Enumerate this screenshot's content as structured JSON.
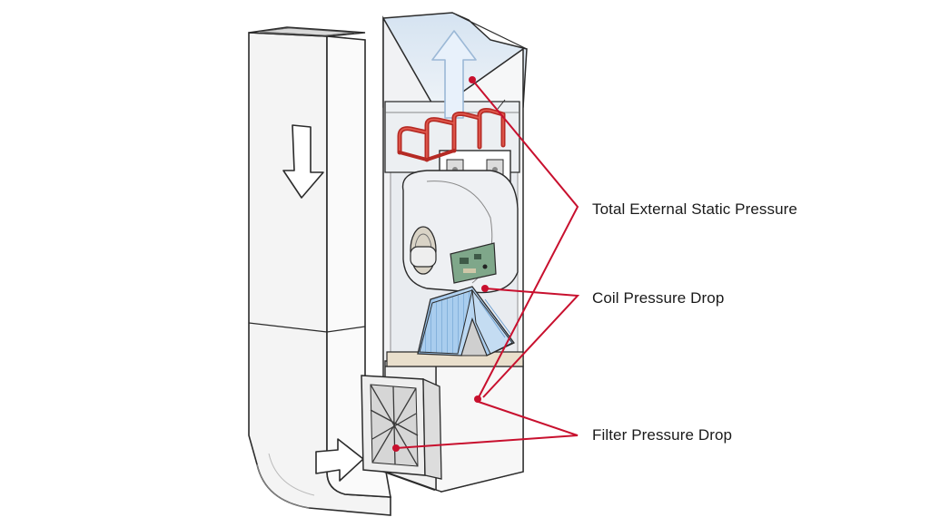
{
  "labels": {
    "total_external_static_pressure": "Total External Static Pressure",
    "coil_pressure_drop": "Coil Pressure Drop",
    "filter_pressure_drop": "Filter Pressure Drop"
  },
  "colors": {
    "leader_line": "#c8102e",
    "outline": "#2b2b2b",
    "duct_fill": "#f3f3f3",
    "cabinet_fill": "#eef0f3",
    "coil_blue": "#9cc4ea",
    "heater_red": "#c8322e",
    "airflow_arrow_blue": "#d7e7f7"
  },
  "icons": {
    "supply_airflow": "up-arrow-icon",
    "return_airflow_down": "down-arrow-icon",
    "return_airflow_right": "right-arrow-icon"
  }
}
